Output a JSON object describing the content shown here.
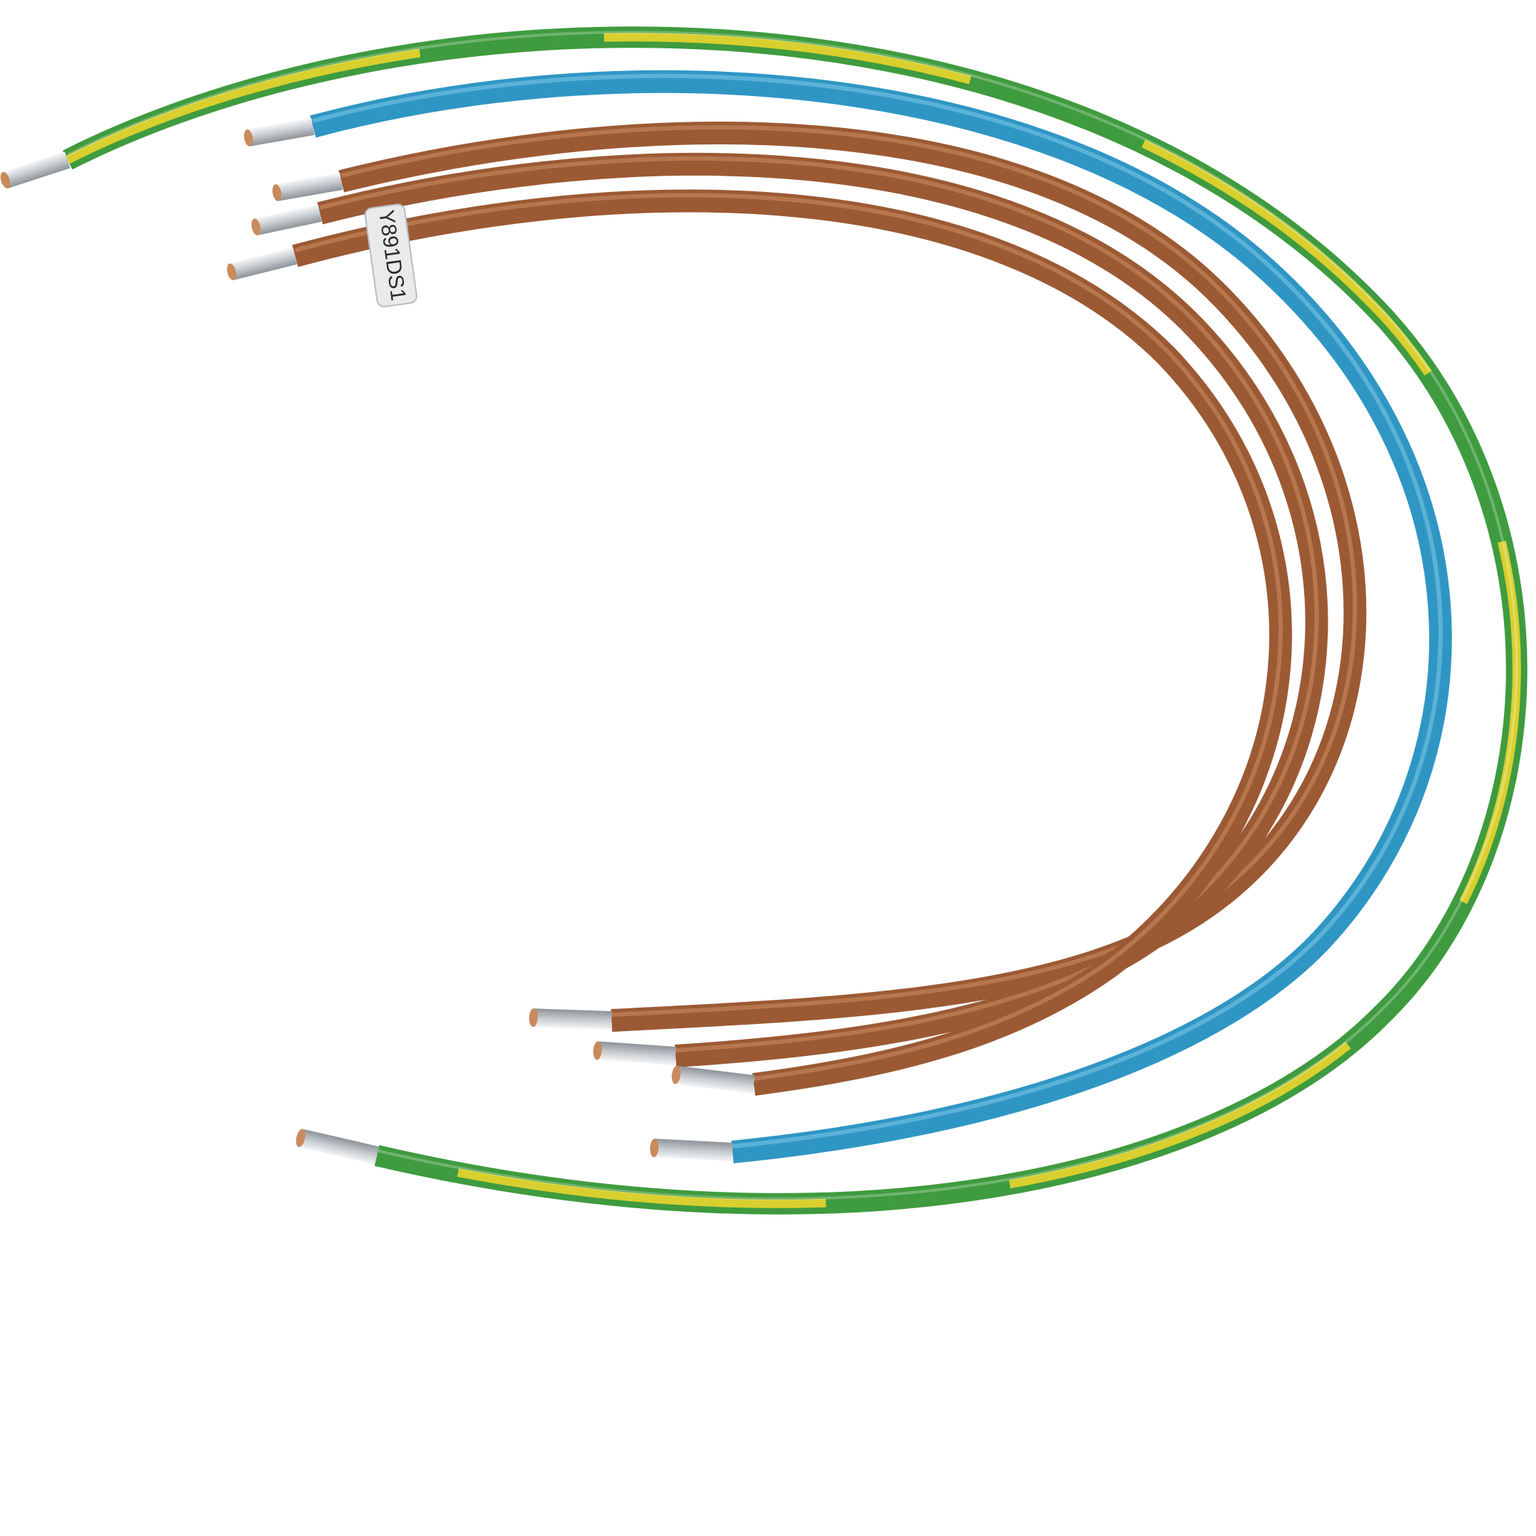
{
  "photo": {
    "background": "#ffffff",
    "subject": "wire-set",
    "colors": {
      "brown": "#9b5a34",
      "brown_highlight": "#c07a4f",
      "blue": "#2f96c4",
      "blue_highlight": "#56b3da",
      "green": "#3f9b3f",
      "yellow": "#d9cf2e",
      "ferrule": "#cfd3d6",
      "ferrule_shade": "#9aa0a5",
      "copper": "#c98a5c",
      "label": "#e9eaec"
    },
    "wires": [
      {
        "name": "green-yellow-outer-wire",
        "color": "green-yellow"
      },
      {
        "name": "blue-wire",
        "color": "blue"
      },
      {
        "name": "brown-wire-1",
        "color": "brown"
      },
      {
        "name": "brown-wire-2",
        "color": "brown"
      },
      {
        "name": "brown-wire-3",
        "color": "brown"
      }
    ],
    "label_tag": {
      "text": "Y891DS1"
    }
  }
}
